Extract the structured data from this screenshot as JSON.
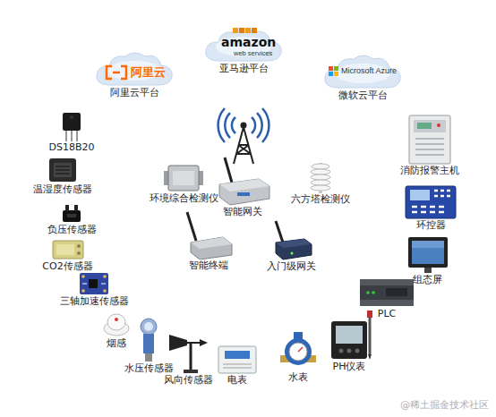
{
  "diagram": {
    "nodes": [
      {
        "text": [
          "阿里云",
          "阿里云平台"
        ]
      },
      {
        "text": [
          "amazon",
          "web services",
          "亚马逊平台"
        ]
      },
      {
        "text": [
          "Microsoft Azure",
          "微软云平台"
        ]
      },
      {
        "text": [
          "DS18B20"
        ]
      },
      {
        "text": [
          "消防报警主机"
        ]
      },
      {
        "text": [
          "温湿度传感器"
        ]
      },
      {
        "text": [
          "环境综合检测仪"
        ]
      },
      {
        "text": [
          "智能网关"
        ]
      },
      {
        "text": [
          "六方塔检测仪"
        ]
      },
      {
        "text": [
          "环控器"
        ]
      },
      {
        "text": [
          "负压传感器"
        ]
      },
      {
        "text": [
          "CO2传感器"
        ]
      },
      {
        "text": [
          "智能终端"
        ]
      },
      {
        "text": [
          "入门级网关"
        ]
      },
      {
        "text": [
          "组态屏"
        ]
      },
      {
        "text": [
          "三轴加速传感器"
        ]
      },
      {
        "text": [
          "PLC"
        ]
      },
      {
        "text": [
          "烟感"
        ]
      },
      {
        "text": [
          "水压传感器"
        ]
      },
      {
        "text": [
          "风向传感器"
        ]
      },
      {
        "text": [
          "电表"
        ]
      },
      {
        "text": [
          "水表"
        ]
      },
      {
        "text": [
          "PH仪表"
        ]
      }
    ],
    "labels": [
      "@稀土掘金技术社区"
    ]
  }
}
